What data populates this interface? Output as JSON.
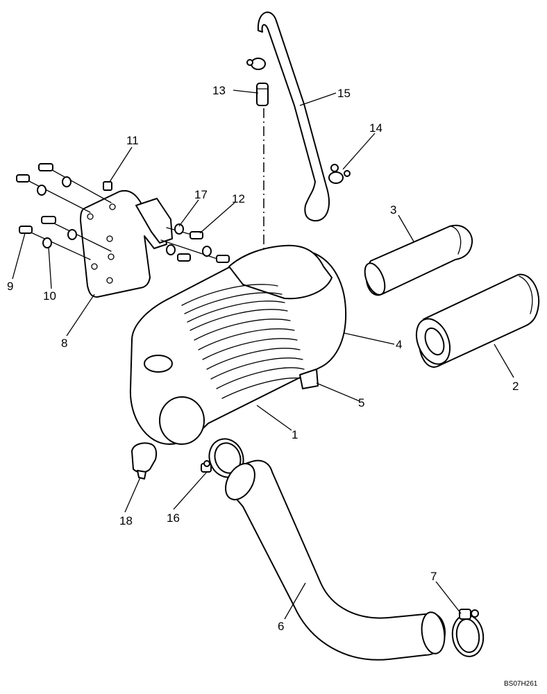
{
  "diagram": {
    "reference_code": "BS07H261",
    "callouts": [
      "1",
      "2",
      "3",
      "4",
      "5",
      "6",
      "7",
      "8",
      "9",
      "10",
      "11",
      "12",
      "13",
      "14",
      "15",
      "16",
      "17",
      "18"
    ]
  }
}
